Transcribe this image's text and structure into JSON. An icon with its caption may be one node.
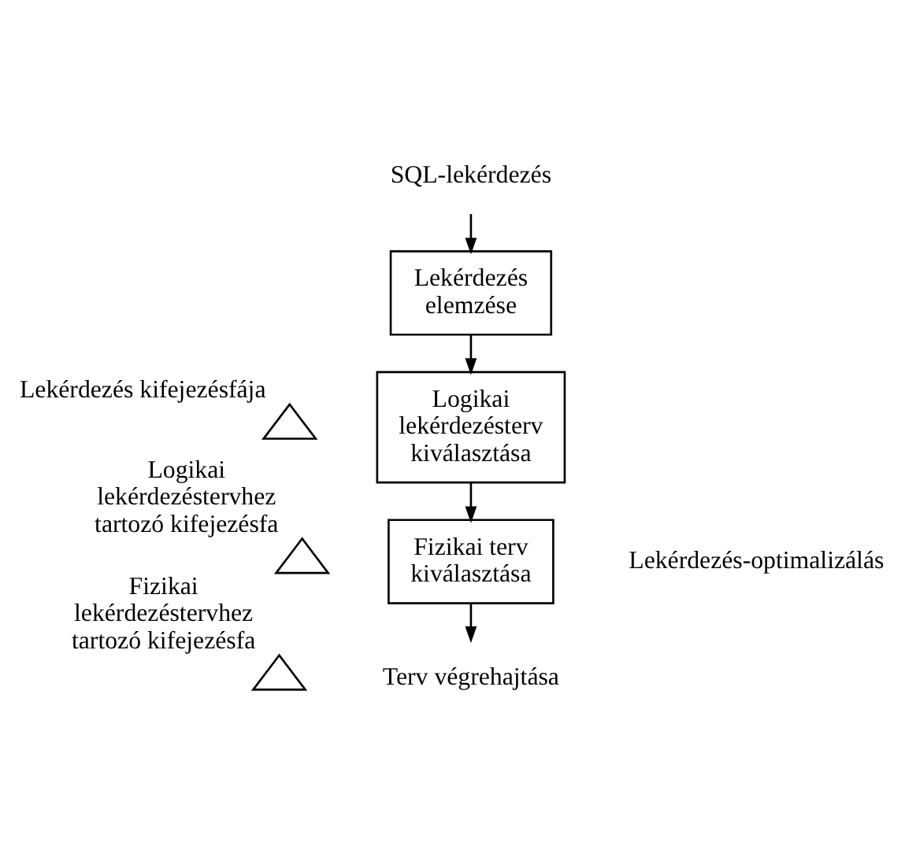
{
  "diagram": {
    "nodes": [
      {
        "text": [
          "SQL-lekérdezés"
        ]
      },
      {
        "text": [
          "Lekérdezés elemzése"
        ]
      },
      {
        "text": [],
        "shape": "triangle",
        "beside": [
          "Lekérdezés kifejezésfája"
        ]
      },
      {
        "text": [
          "Logikai lekérdezésterv kiválasztása"
        ]
      },
      {
        "text": [],
        "shape": "triangle",
        "beside": [
          "Logikai lekérdezéstervhez tartozó kifejezésfa"
        ]
      },
      {
        "text": [
          "Fizikai terv kiválasztása"
        ]
      },
      {
        "text": [],
        "shape": "triangle",
        "beside": [
          "Fizikai lekérdezéstervhez tartozó kifejezésfa"
        ]
      },
      {
        "text": [
          "Terv végrehajtása"
        ]
      }
    ],
    "edges": [
      {
        "from": 0,
        "to": 1,
        "arrow": "to"
      },
      {
        "from": 1,
        "to": 3,
        "arrow": "to"
      },
      {
        "from": 3,
        "to": 5,
        "arrow": "to"
      },
      {
        "from": 5,
        "to": 7,
        "arrow": "to"
      }
    ],
    "labels": [
      "Lekérdezés-optimalizálás"
    ]
  }
}
